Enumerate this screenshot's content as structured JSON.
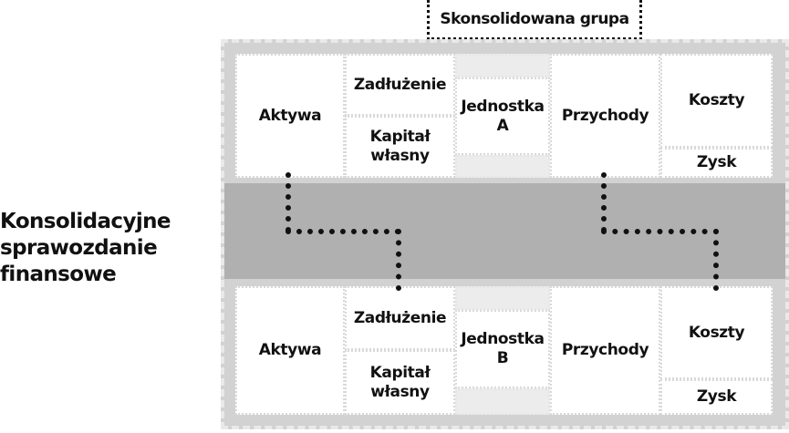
{
  "group_label": "Skonsolidowana grupa",
  "side_label": [
    "Konsolidacyjne",
    "sprawozdanie",
    "finansowe"
  ],
  "entities": [
    {
      "assets": "Aktywa",
      "liabilities": "Zadłużenie",
      "equity": [
        "Kapitał",
        "własny"
      ],
      "entity_name": [
        "Jednostka",
        "A"
      ],
      "revenue": "Przychody",
      "costs": "Koszty",
      "profit": "Zysk"
    },
    {
      "assets": "Aktywa",
      "liabilities": "Zadłużenie",
      "equity": [
        "Kapitał",
        "własny"
      ],
      "entity_name": [
        "Jednostka",
        "B"
      ],
      "revenue": "Przychody",
      "costs": "Koszty",
      "profit": "Zysk"
    }
  ]
}
